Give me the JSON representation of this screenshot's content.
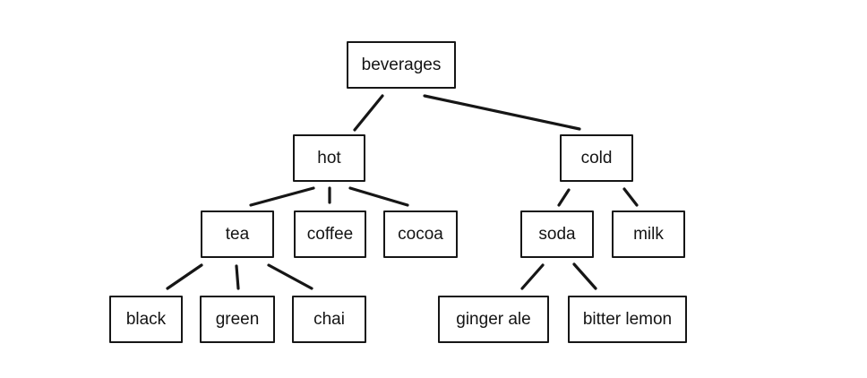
{
  "diagram": {
    "type": "tree",
    "nodes": {
      "beverages": "beverages",
      "hot": "hot",
      "cold": "cold",
      "tea": "tea",
      "coffee": "coffee",
      "cocoa": "cocoa",
      "soda": "soda",
      "milk": "milk",
      "black": "black",
      "green": "green",
      "chai": "chai",
      "ginger_ale": "ginger ale",
      "bitter_lemon": "bitter lemon"
    },
    "edges": [
      [
        "beverages",
        "hot"
      ],
      [
        "beverages",
        "cold"
      ],
      [
        "hot",
        "tea"
      ],
      [
        "hot",
        "coffee"
      ],
      [
        "hot",
        "cocoa"
      ],
      [
        "cold",
        "soda"
      ],
      [
        "cold",
        "milk"
      ],
      [
        "tea",
        "black"
      ],
      [
        "tea",
        "green"
      ],
      [
        "tea",
        "chai"
      ],
      [
        "soda",
        "ginger_ale"
      ],
      [
        "soda",
        "bitter_lemon"
      ]
    ],
    "colors": {
      "line": "#161616",
      "text": "#141414",
      "background": "#ffffff"
    }
  }
}
